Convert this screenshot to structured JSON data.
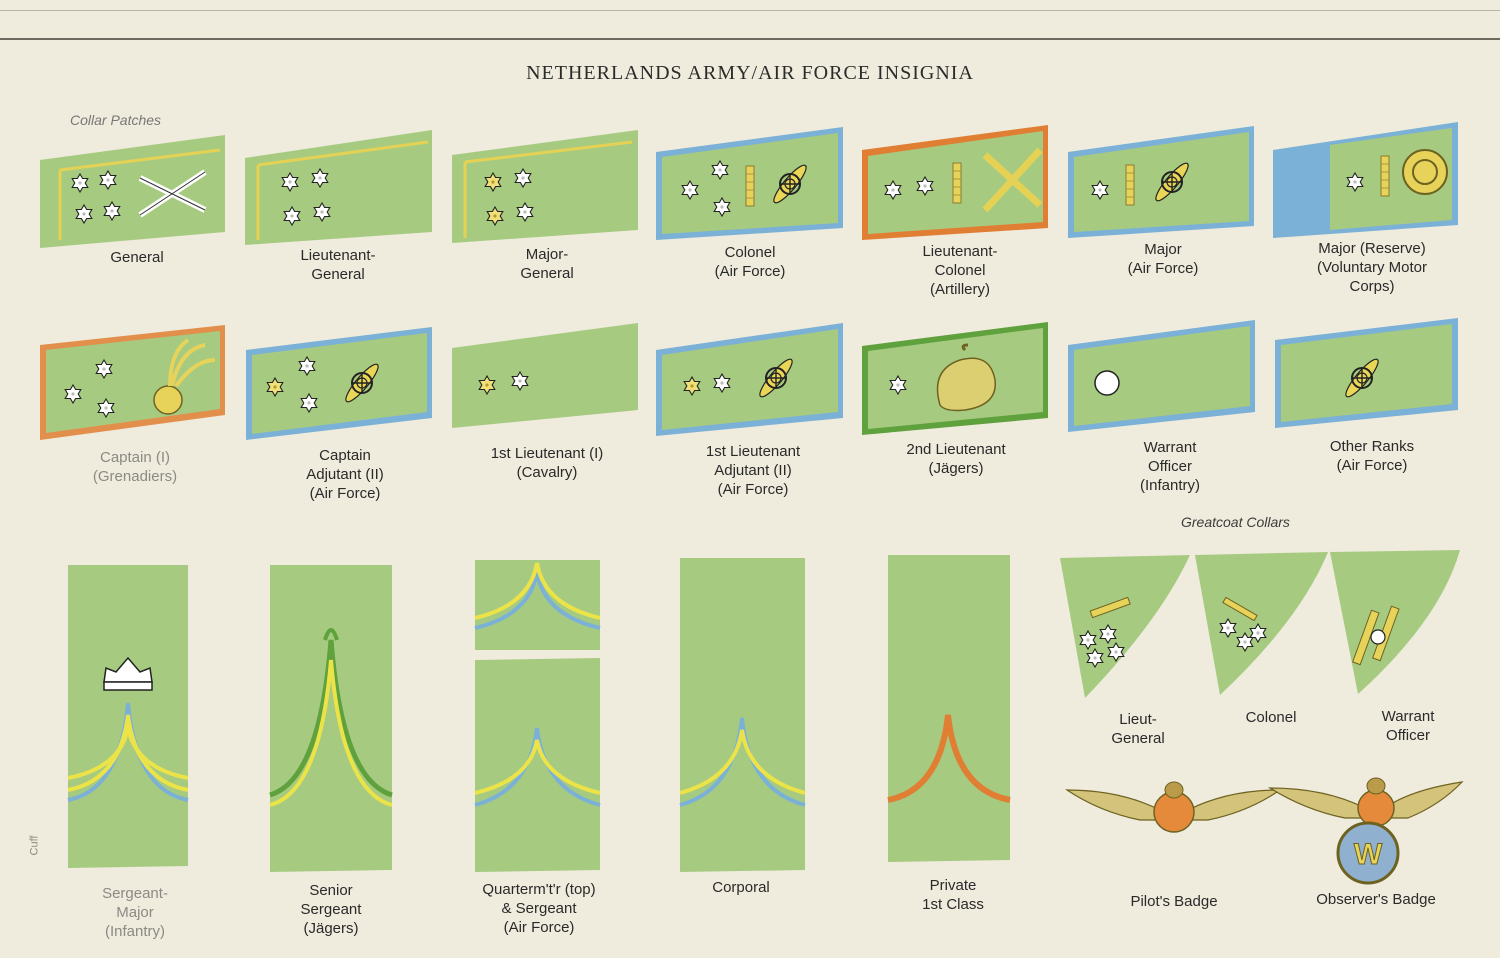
{
  "title": "NETHERLANDS ARMY/AIR FORCE INSIGNIA",
  "sections": {
    "collar_patches": "Collar Patches",
    "greatcoat_collars": "Greatcoat Collars"
  },
  "icons": {
    "star": "six-pointed-star-icon",
    "crossed_cannons": "crossed-cannons-icon",
    "propeller_wheel": "winged-propeller-wheel-icon",
    "bar": "gold-bar-icon",
    "motor_wheel": "motor-wheel-icon",
    "grenade": "flaming-grenade-icon",
    "bugle": "hunting-horn-icon",
    "button": "button-icon",
    "crown": "crown-icon",
    "wings": "winged-badge-icon"
  },
  "colors": {
    "cloth": "#a6cb80",
    "gold": "#e5d254",
    "blue_piping": "#7bb1d6",
    "orange_piping": "#e07f33",
    "green_piping": "#5fa13c",
    "yellow_chevron": "#ece349"
  },
  "row1": [
    {
      "lines": [
        "General"
      ]
    },
    {
      "lines": [
        "Lieutenant-",
        "General"
      ]
    },
    {
      "lines": [
        "Major-",
        "General"
      ]
    },
    {
      "lines": [
        "Colonel",
        "(Air Force)"
      ]
    },
    {
      "lines": [
        "Lieutenant-",
        "Colonel",
        "(Artillery)"
      ]
    },
    {
      "lines": [
        "Major",
        "(Air Force)"
      ]
    },
    {
      "lines": [
        "Major (Reserve)",
        "(Voluntary Motor",
        "Corps)"
      ]
    }
  ],
  "row2": [
    {
      "lines": [
        "Captain (I)",
        "(Grenadiers)"
      ]
    },
    {
      "lines": [
        "Captain",
        "Adjutant (II)",
        "(Air Force)"
      ]
    },
    {
      "lines": [
        "1st Lieutenant (I)",
        "(Cavalry)"
      ]
    },
    {
      "lines": [
        "1st Lieutenant",
        "Adjutant (II)",
        "(Air Force)"
      ]
    },
    {
      "lines": [
        "2nd Lieutenant",
        "(Jägers)"
      ]
    },
    {
      "lines": [
        "Warrant",
        "Officer",
        "(Infantry)"
      ]
    },
    {
      "lines": [
        "Other Ranks",
        "(Air Force)"
      ]
    }
  ],
  "cuffs": [
    {
      "lines": [
        "Sergeant-",
        "Major",
        "(Infantry)"
      ]
    },
    {
      "lines": [
        "Senior",
        "Sergeant",
        "(Jägers)"
      ]
    },
    {
      "lines": [
        "Quarterm't'r (top)",
        "& Sergeant",
        "(Air Force)"
      ]
    },
    {
      "lines": [
        "Corporal"
      ]
    },
    {
      "lines": [
        "Private",
        "1st Class"
      ]
    }
  ],
  "cuff_side_label": "Cuff",
  "greatcoat": [
    {
      "lines": [
        "Lieut-",
        "General"
      ]
    },
    {
      "lines": [
        "Colonel"
      ]
    },
    {
      "lines": [
        "Warrant",
        "Officer"
      ]
    }
  ],
  "badges": [
    {
      "lines": [
        "Pilot's Badge"
      ]
    },
    {
      "lines": [
        "Observer's Badge"
      ]
    }
  ]
}
